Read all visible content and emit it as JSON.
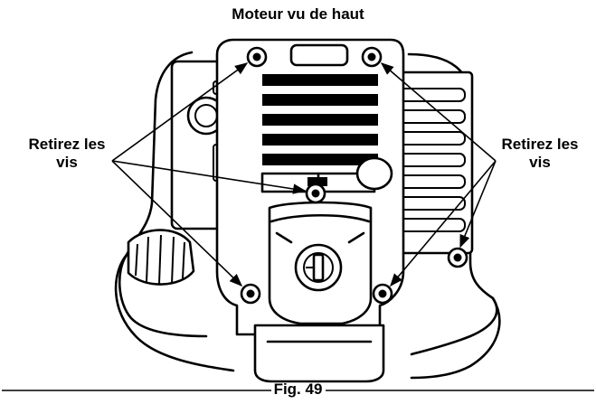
{
  "title": "Moteur vu de haut",
  "left_label": "Retirez les\nvis",
  "right_label": "Retirez les\nvis",
  "figure_caption": "Fig. 49",
  "colors": {
    "ink": "#000000",
    "paper": "#ffffff"
  }
}
